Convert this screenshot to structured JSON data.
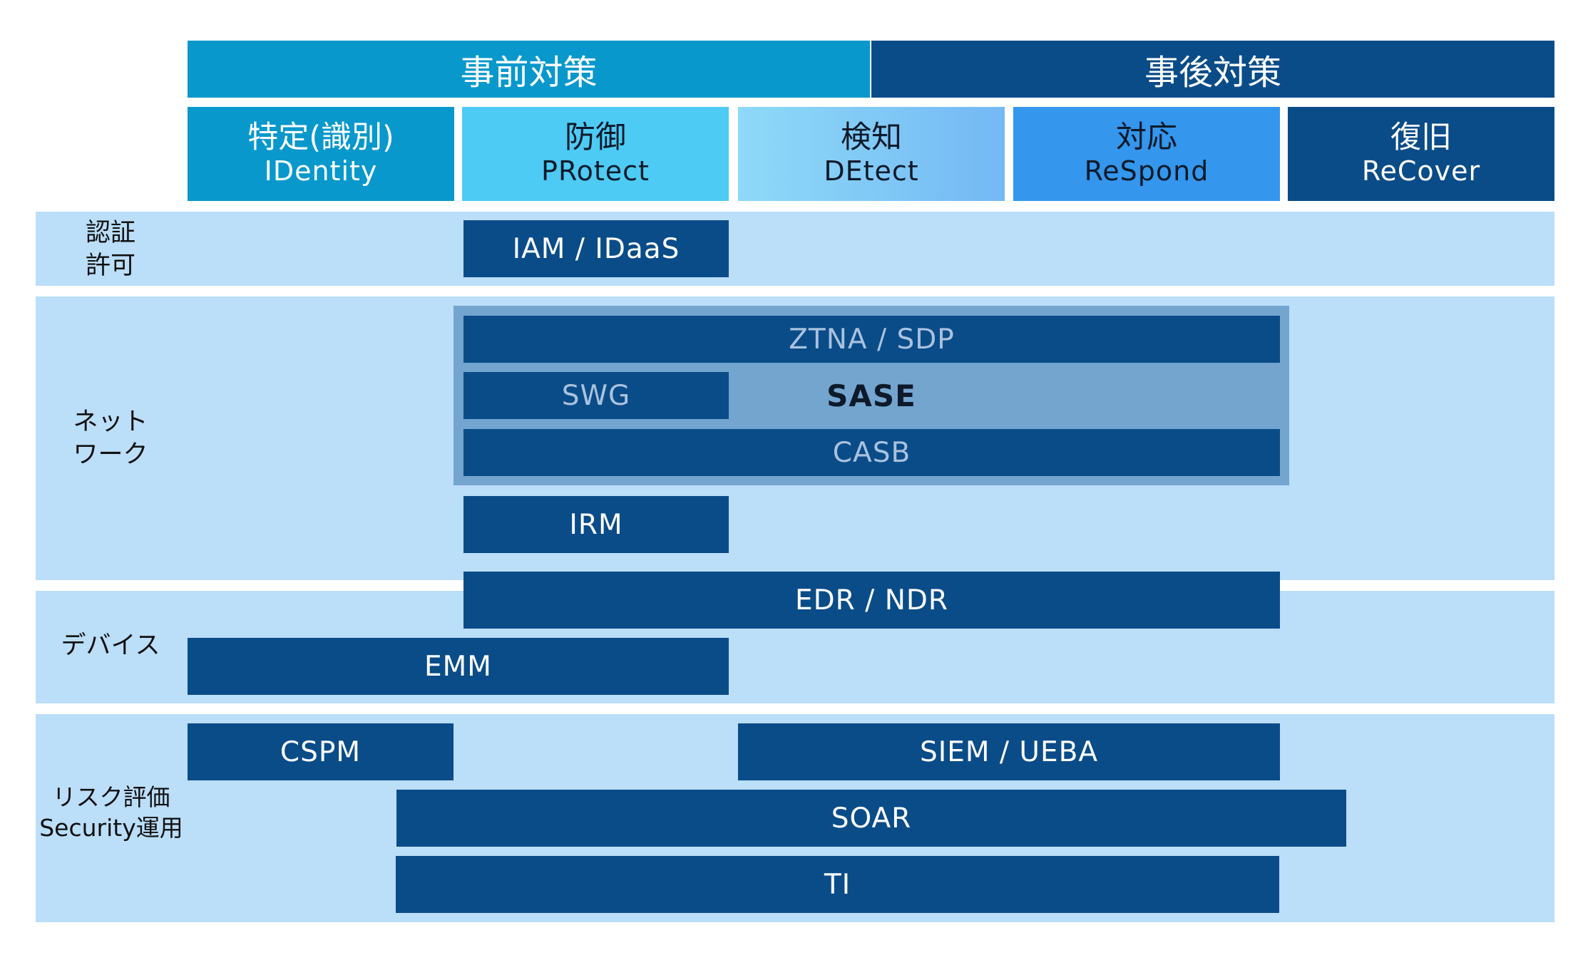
{
  "phases": {
    "before": "事前対策",
    "after": "事後対策"
  },
  "functions": [
    {
      "jp": "特定(識別)",
      "en": "IDentity"
    },
    {
      "jp": "防御",
      "en": "PRotect"
    },
    {
      "jp": "検知",
      "en": "DEtect"
    },
    {
      "jp": "対応",
      "en": "ReSpond"
    },
    {
      "jp": "復旧",
      "en": "ReCover"
    }
  ],
  "rows": {
    "auth": "認証\n許可",
    "network": "ネット\nワーク",
    "device": "デバイス",
    "risk": "リスク評価\nSecurity運用"
  },
  "bars": {
    "iam": "IAM / IDaaS",
    "ztna": "ZTNA / SDP",
    "swg": "SWG",
    "sase": "SASE",
    "casb": "CASB",
    "irm": "IRM",
    "edr": "EDR / NDR",
    "emm": "EMM",
    "cspm": "CSPM",
    "siem": "SIEM / UEBA",
    "soar": "SOAR",
    "ti": "TI"
  },
  "colors": {
    "identity": "#0898cc",
    "protect": "#4dcbf5",
    "detect_start": "#8ed9f8",
    "detect_end": "#74b9f4",
    "respond": "#3496ec",
    "recover": "#0a4c88",
    "bar": "#0a4c88",
    "band": "#bbdef9",
    "sase": "#73a5cf"
  }
}
